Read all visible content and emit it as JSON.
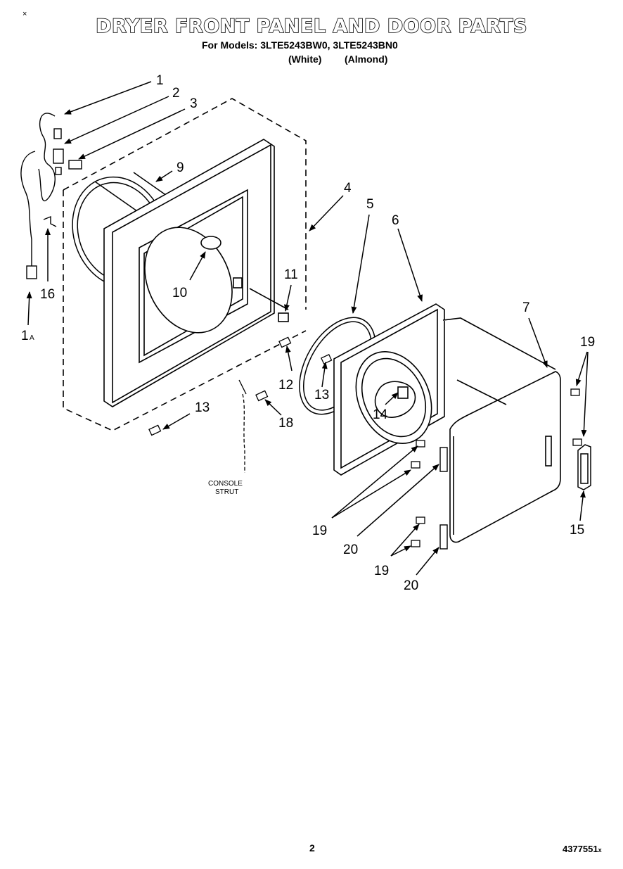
{
  "header": {
    "title": "DRYER FRONT PANEL AND DOOR PARTS",
    "models_line": "For Models: 3LTE5243BW0, 3LTE5243BN0",
    "white": "(White)",
    "almond": "(Almond)"
  },
  "corner_mark": "×",
  "callouts": {
    "c1": "1",
    "c2": "2",
    "c3": "3",
    "c4": "4",
    "c5": "5",
    "c6": "6",
    "c7": "7",
    "c9": "9",
    "c10": "10",
    "c11": "11",
    "c12": "12",
    "c13a": "13",
    "c13b": "13",
    "c14": "14",
    "c15": "15",
    "c16": "16",
    "c18": "18",
    "c19a": "19",
    "c19b": "19",
    "c19c": "19",
    "c20a": "20",
    "c20b": "20",
    "c1a_num": "1",
    "c1a_letter": "A"
  },
  "labels": {
    "console": "CONSOLE",
    "strut": "STRUT"
  },
  "footer": {
    "page": "2",
    "doc": "4377551",
    "doc_suffix": "x"
  }
}
